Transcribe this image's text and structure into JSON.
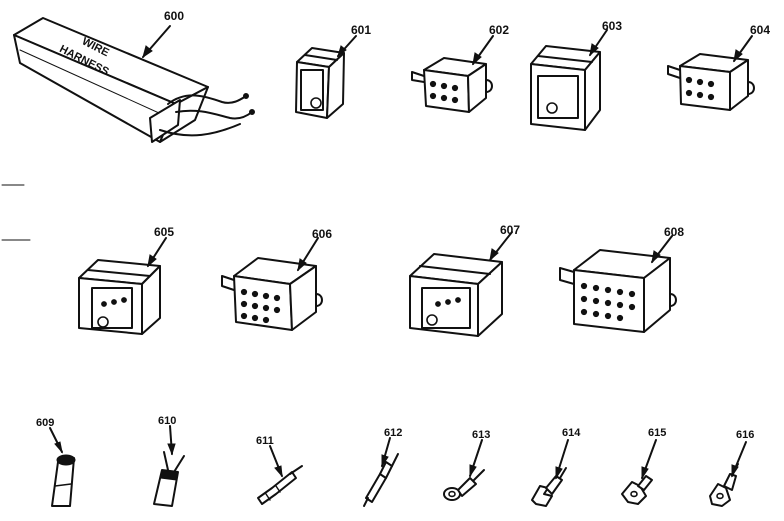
{
  "diagram": {
    "box_label_line1": "WIRE",
    "box_label_line2": "HARNESS",
    "parts": [
      {
        "id": "600",
        "name": "wire-harness-box"
      },
      {
        "id": "601",
        "name": "connector-housing"
      },
      {
        "id": "602",
        "name": "connector-housing"
      },
      {
        "id": "603",
        "name": "connector-housing"
      },
      {
        "id": "604",
        "name": "connector-housing"
      },
      {
        "id": "605",
        "name": "connector-housing"
      },
      {
        "id": "606",
        "name": "connector-housing"
      },
      {
        "id": "607",
        "name": "connector-housing"
      },
      {
        "id": "608",
        "name": "connector-housing"
      },
      {
        "id": "609",
        "name": "terminal"
      },
      {
        "id": "610",
        "name": "terminal"
      },
      {
        "id": "611",
        "name": "terminal"
      },
      {
        "id": "612",
        "name": "terminal"
      },
      {
        "id": "613",
        "name": "terminal"
      },
      {
        "id": "614",
        "name": "terminal"
      },
      {
        "id": "615",
        "name": "terminal"
      },
      {
        "id": "616",
        "name": "terminal"
      }
    ]
  }
}
